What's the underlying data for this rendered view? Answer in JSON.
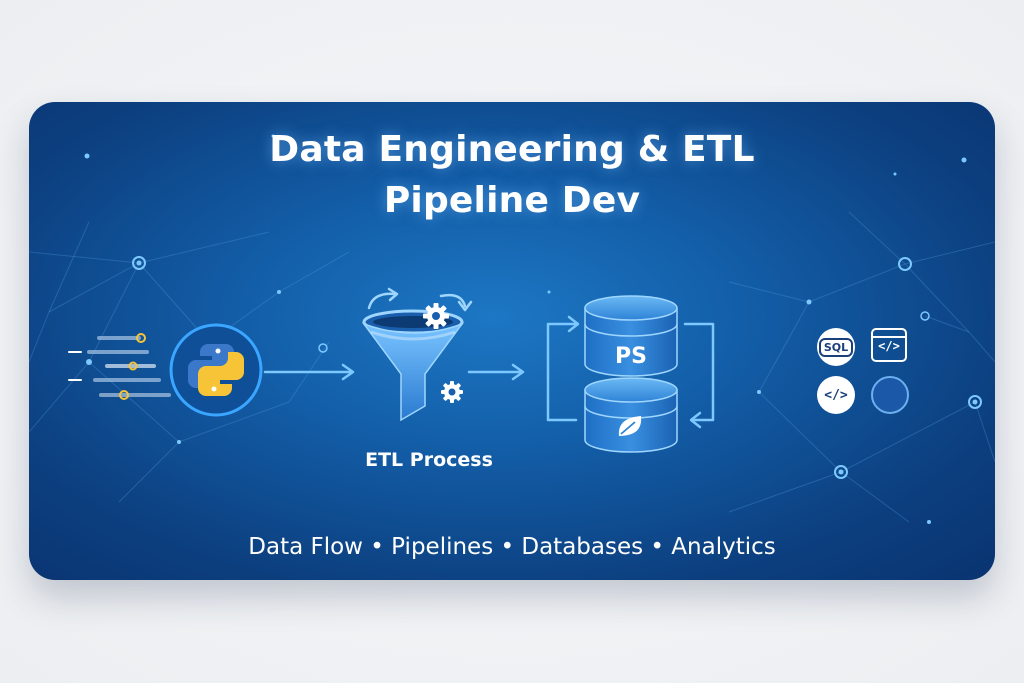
{
  "title": {
    "line1": "Data Engineering & ETL",
    "line2": "Pipeline Dev"
  },
  "pipeline": {
    "source_icon": "python-logo-icon",
    "process_icon": "funnel-gears-icon",
    "process_label": "ETL Process",
    "storage_icon": "database-stack-icon",
    "database_label": "PS"
  },
  "tools": {
    "sql_label": "SQL",
    "browser_code_label": "</>",
    "code_label": "</>",
    "python_icon": "python-logo-icon"
  },
  "tagline": "Data Flow • Pipelines • Databases • Analytics",
  "colors": {
    "page_background": "#f3f4f6",
    "card_background": "#135ea8",
    "card_dark": "#0a3371",
    "glow": "#7cc8ff",
    "python_blue": "#3b78c9",
    "python_yellow": "#f6c436",
    "text": "#ffffff"
  }
}
